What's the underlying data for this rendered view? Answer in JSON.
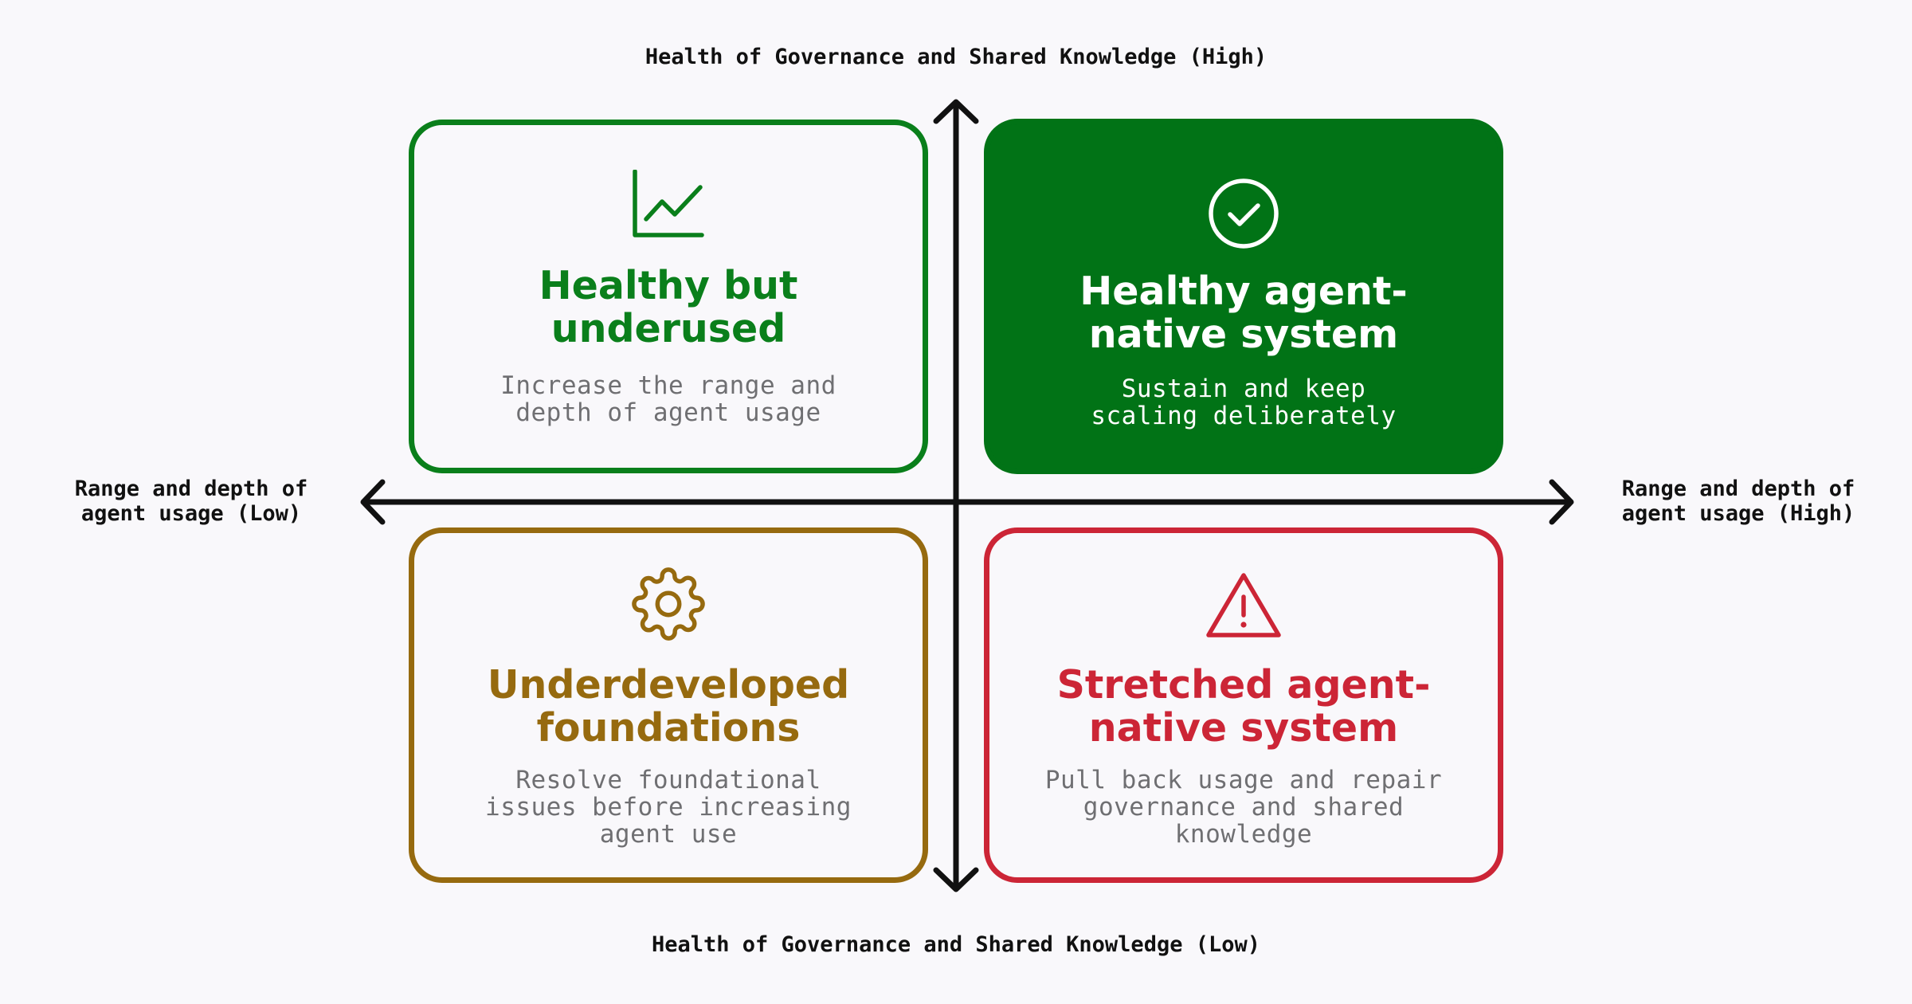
{
  "axes": {
    "top_label": "Health of Governance and Shared Knowledge (High)",
    "bottom_label": "Health of Governance and Shared Knowledge (Low)",
    "left_label": "Range and depth of\nagent usage (Low)",
    "right_label": "Range and depth of\nagent usage (High)"
  },
  "quadrants": {
    "top_left": {
      "icon": "line-chart-icon",
      "title": "Healthy but\nunderused",
      "description": "Increase the range and\ndepth of agent usage",
      "color": "#0a7f1b"
    },
    "top_right": {
      "icon": "check-circle-icon",
      "title": "Healthy agent-\nnative system",
      "description": "Sustain and keep\nscaling deliberately",
      "color": "#017316"
    },
    "bottom_left": {
      "icon": "gear-icon",
      "title": "Underdeveloped\nfoundations",
      "description": "Resolve foundational\nissues before increasing\nagent use",
      "color": "#966a0f"
    },
    "bottom_right": {
      "icon": "warning-triangle-icon",
      "title": "Stretched agent-\nnative system",
      "description": "Pull back usage and repair\ngovernance and shared\nknowledge",
      "color": "#cc2536"
    }
  }
}
